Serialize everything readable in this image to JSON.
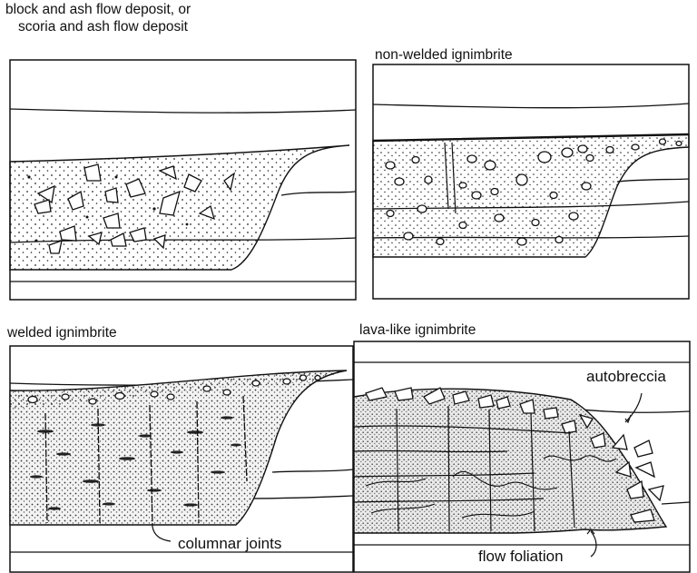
{
  "panels": [
    {
      "title_lines": [
        "block and ash flow deposit, or",
        "scoria and ash flow deposit"
      ]
    },
    {
      "title_lines": [
        "non-welded ignimbrite"
      ]
    },
    {
      "title_lines": [
        "welded ignimbrite"
      ],
      "callouts": [
        "columnar joints"
      ]
    },
    {
      "title_lines": [
        "lava-like ignimbrite"
      ],
      "callouts": [
        "autobreccia",
        "flow foliation"
      ]
    }
  ]
}
